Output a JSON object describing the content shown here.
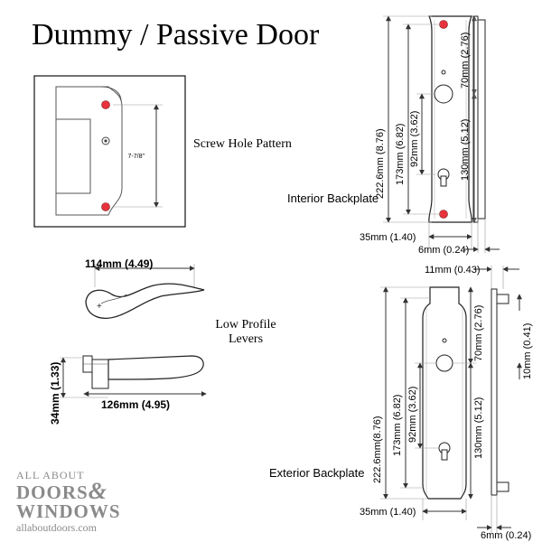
{
  "title": "Dummy / Passive Door",
  "screw_pattern": {
    "label": "Screw Hole Pattern",
    "spacing": "7-7/8\""
  },
  "levers": {
    "label_line1": "Low Profile",
    "label_line2": "Levers",
    "length_top": "114mm (4.49)",
    "length_bottom": "126mm (4.95)",
    "height": "34mm (1.33)"
  },
  "interior": {
    "label": "Interior Backplate",
    "overall": "222.6mm (8.76)",
    "holes": "173mm (6.82)",
    "lever_to_cyl": "92mm (3.62)",
    "top_to_lever": "70mm (2.76)",
    "lever_to_bottom": "130mm (5.12)",
    "width": "35mm (1.40)",
    "thickness": "6mm (0.24)"
  },
  "exterior": {
    "rose": "11mm (0.43)",
    "label": "Exterior Backplate",
    "overall": "222.6mm(8.76)",
    "holes": "173mm (6.82)",
    "lever_to_cyl": "92mm (3.62)",
    "top_to_lever": "70mm (2.76)",
    "lever_to_bottom": "130mm (5.12)",
    "spindle": "10mm (0.41)",
    "width": "35mm (1.40)",
    "thickness": "6mm (0.24)"
  },
  "logo": {
    "line1": "ALL ABOUT",
    "line2a": "DOORS",
    "amp": "&",
    "line2b": "WINDOWS",
    "url": "allaboutdoors.com"
  },
  "colors": {
    "screw_hole": "#e8323c",
    "line": "#333333",
    "logo": "#8a8a8a"
  }
}
